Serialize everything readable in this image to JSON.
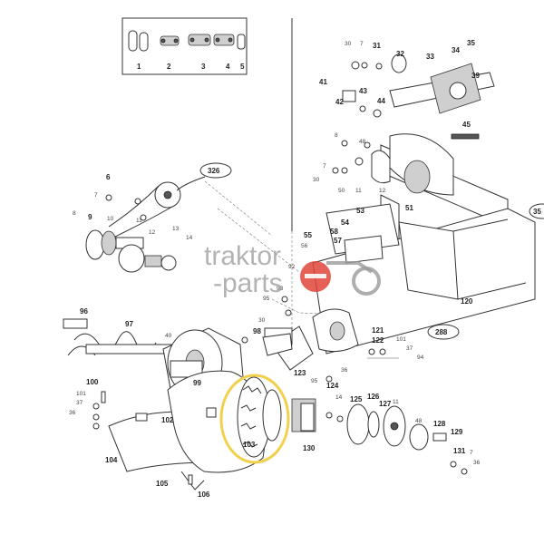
{
  "colors": {
    "highlight_ring": "#f2d04b",
    "watermark_gray": "#9a9a9a",
    "watermark_red": "#e0453b",
    "line": "#333333"
  },
  "watermark": {
    "line1": "traktor",
    "line2": "-parts"
  },
  "callouts": {
    "c326": "326",
    "c288": "288",
    "c35": "35"
  },
  "inset": {
    "labels": [
      "1",
      "2",
      "3",
      "4",
      "5"
    ]
  },
  "parts": {
    "p6": "6",
    "p7a": "7",
    "p8a": "8",
    "p9": "9",
    "p10": "10",
    "p11a": "11",
    "p12": "12",
    "p13": "13",
    "p14": "14",
    "p30a": "30",
    "p7b": "7",
    "p31": "31",
    "p32": "32",
    "p33": "33",
    "p34": "34",
    "p35": "35",
    "p39": "39",
    "p41": "41",
    "p42": "42",
    "p43": "43",
    "p44": "44",
    "p45": "45",
    "p8b": "8",
    "p48a": "48",
    "p7c": "7",
    "p30b": "30",
    "p50": "50",
    "p11b": "11",
    "p12b": "12",
    "p53": "53",
    "p51": "51",
    "p55": "55",
    "p56": "56",
    "p54": "54",
    "p57": "57",
    "p58": "58",
    "p92": "92",
    "p93": "93",
    "p95": "95",
    "p30c": "30",
    "p96": "96",
    "p97": "97",
    "p40": "40",
    "p98": "98",
    "p120": "120",
    "p121": "121",
    "p122": "122",
    "p101a": "101",
    "p37a": "37",
    "p94": "94",
    "p99": "99",
    "p100": "100",
    "p101b": "101",
    "p37b": "37",
    "p36a": "36",
    "p102": "102",
    "p103": "103",
    "p104": "104",
    "p105": "105",
    "p106": "106",
    "p123": "123",
    "p124": "124",
    "p95b": "95",
    "p36b": "36",
    "p14b": "14",
    "p125": "125",
    "p126": "126",
    "p127": "127",
    "p11c": "11",
    "p48b": "48",
    "p130": "130",
    "p128": "128",
    "p129": "129",
    "p131": "131",
    "p7d": "7",
    "p36c": "36"
  }
}
